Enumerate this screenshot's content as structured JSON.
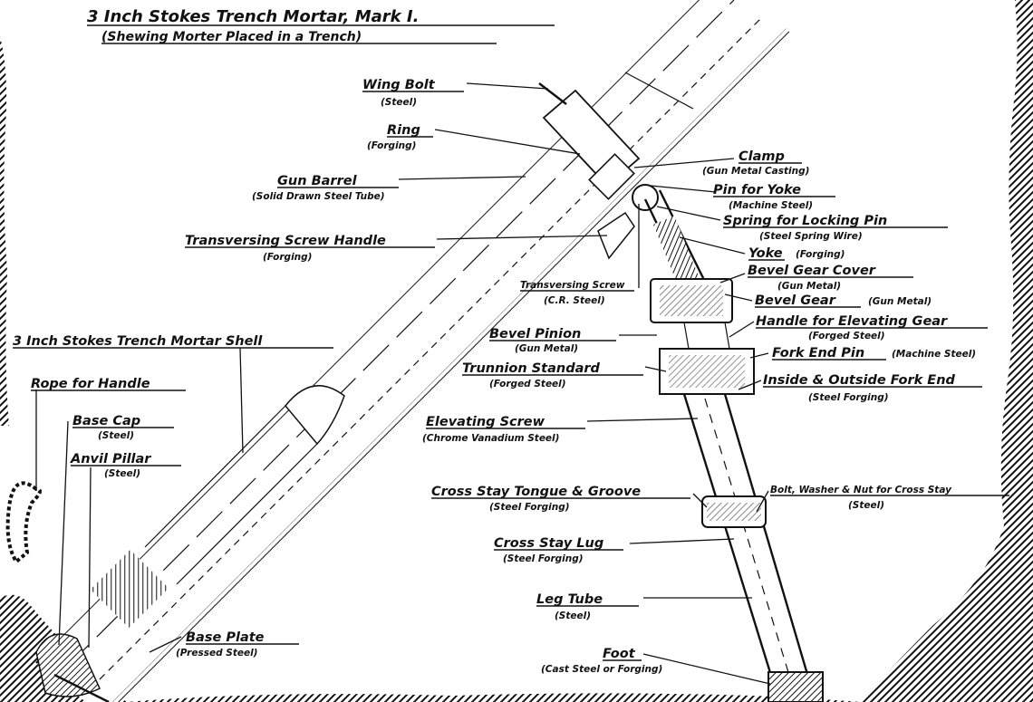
{
  "title": {
    "line1": "3 Inch Stokes Trench Mortar, Mark I.",
    "line2": "(Shewing Morter Placed in a Trench)"
  },
  "labels": {
    "wing_bolt": {
      "name": "Wing Bolt",
      "material": "(Steel)"
    },
    "ring": {
      "name": "Ring",
      "material": "(Forging)"
    },
    "gun_barrel": {
      "name": "Gun Barrel",
      "material": "(Solid Drawn Steel Tube)"
    },
    "transversing_screw_handle": {
      "name": "Transversing Screw Handle",
      "material": "(Forging)"
    },
    "shell": {
      "name": "3 Inch Stokes Trench Mortar Shell"
    },
    "rope_for_handle": {
      "name": "Rope for Handle"
    },
    "base_cap": {
      "name": "Base Cap",
      "material": "(Steel)"
    },
    "anvil_pillar": {
      "name": "Anvil Pillar",
      "material": "(Steel)"
    },
    "base_plate": {
      "name": "Base Plate",
      "material": "(Pressed Steel)"
    },
    "clamp": {
      "name": "Clamp",
      "material": "(Gun Metal Casting)"
    },
    "pin_for_yoke": {
      "name": "Pin for Yoke",
      "material": "(Machine Steel)"
    },
    "spring_for_locking_pin": {
      "name": "Spring for Locking Pin",
      "material": "(Steel Spring Wire)"
    },
    "yoke": {
      "name": "Yoke",
      "material": "(Forging)"
    },
    "bevel_gear_cover": {
      "name": "Bevel Gear Cover",
      "material": "(Gun Metal)"
    },
    "transversing_screw": {
      "name": "Transversing Screw",
      "material": "(C.R. Steel)"
    },
    "bevel_gear": {
      "name": "Bevel Gear",
      "material": "(Gun Metal)"
    },
    "bevel_pinion": {
      "name": "Bevel Pinion",
      "material": "(Gun Metal)"
    },
    "handle_for_elevating_gear": {
      "name": "Handle for Elevating Gear",
      "material": "(Forged Steel)"
    },
    "fork_end_pin": {
      "name": "Fork End Pin",
      "material": "(Machine Steel)"
    },
    "trunnion_standard": {
      "name": "Trunnion Standard",
      "material": "(Forged Steel)"
    },
    "fork_end": {
      "name": "Inside & Outside Fork End",
      "material": "(Steel Forging)"
    },
    "elevating_screw": {
      "name": "Elevating Screw",
      "material": "(Chrome Vanadium Steel)"
    },
    "cross_stay_tongue": {
      "name": "Cross Stay Tongue & Groove",
      "material": "(Steel Forging)"
    },
    "bolt_washer_nut": {
      "name": "Bolt, Washer & Nut for Cross Stay",
      "material": "(Steel)"
    },
    "cross_stay_lug": {
      "name": "Cross Stay Lug",
      "material": "(Steel Forging)"
    },
    "leg_tube": {
      "name": "Leg Tube",
      "material": "(Steel)"
    },
    "foot": {
      "name": "Foot",
      "material": "(Cast Steel or Forging)"
    }
  }
}
